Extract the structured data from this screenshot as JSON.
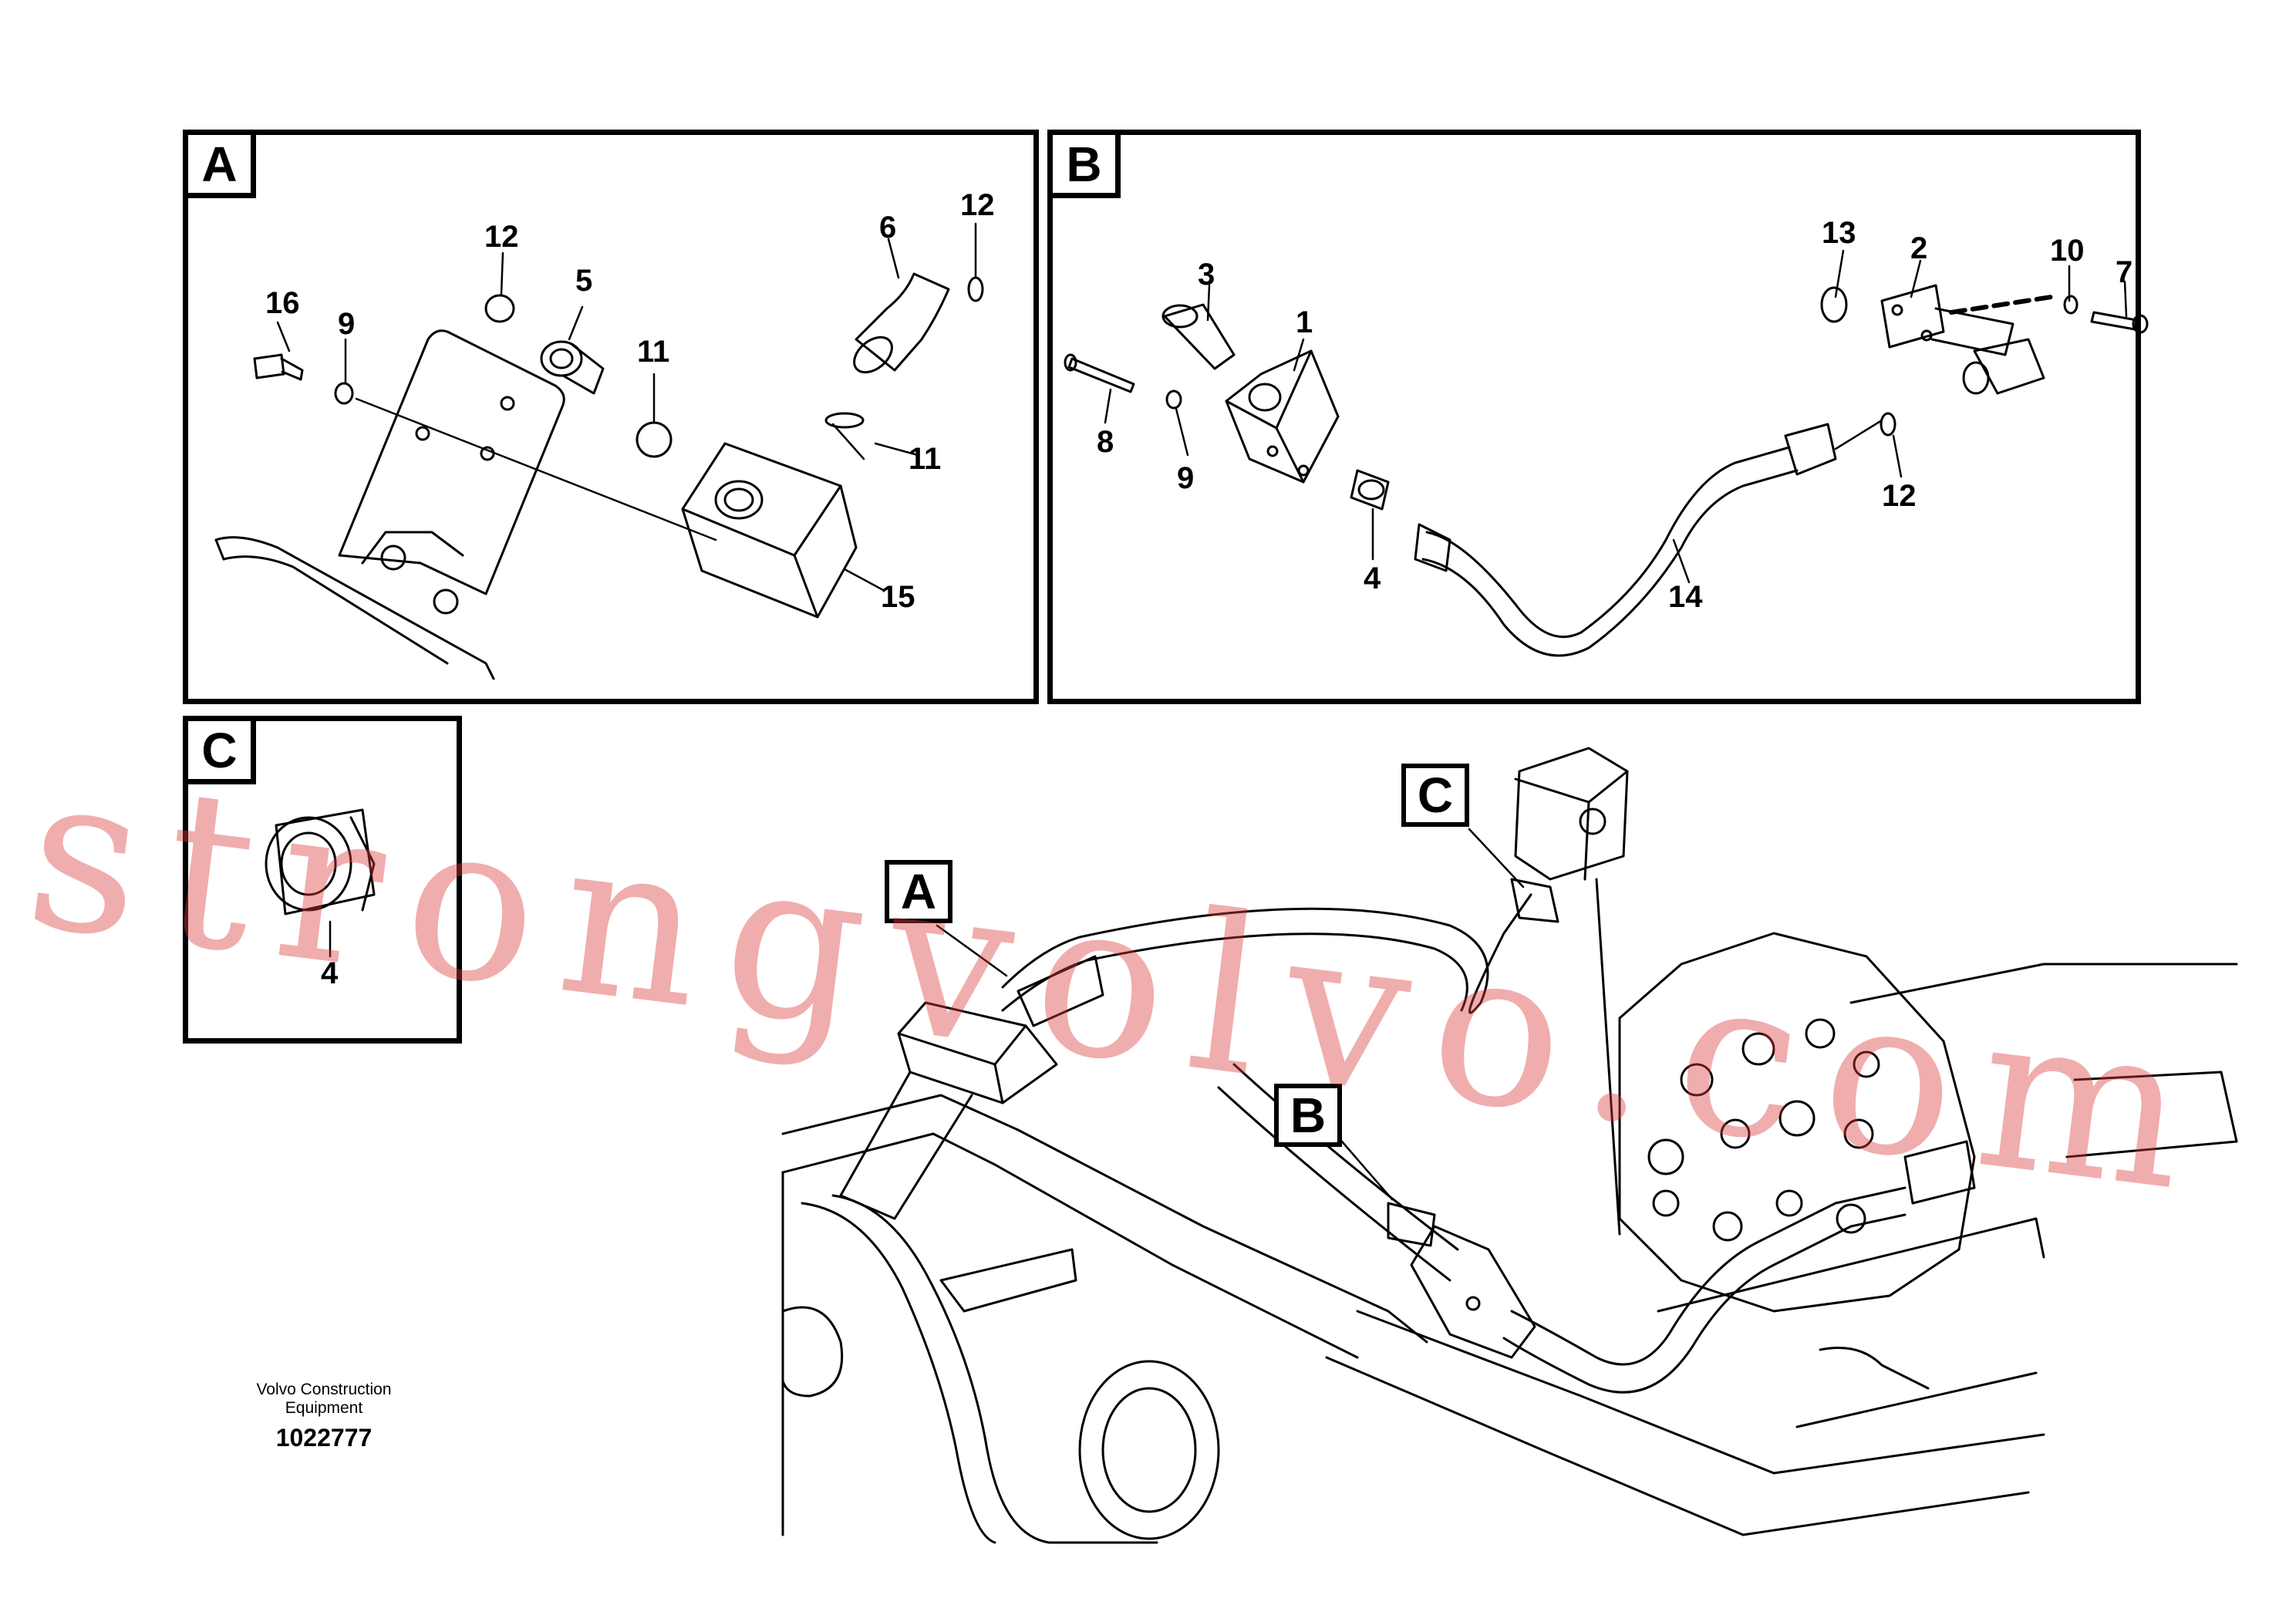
{
  "panels": [
    {
      "id": "A",
      "label": "A"
    },
    {
      "id": "B",
      "label": "B"
    },
    {
      "id": "C",
      "label": "C"
    }
  ],
  "callouts": {
    "a": "A",
    "b": "B",
    "c": "C"
  },
  "panel_a_numbers": [
    "16",
    "9",
    "12",
    "5",
    "11",
    "6",
    "12",
    "11",
    "15"
  ],
  "panel_b_numbers": [
    "3",
    "1",
    "8",
    "9",
    "4",
    "14",
    "13",
    "2",
    "10",
    "7",
    "12"
  ],
  "panel_c_numbers": [
    "4"
  ],
  "footer": {
    "company_line1": "Volvo Construction",
    "company_line2": "Equipment",
    "drawing_number": "1022777"
  },
  "watermark": "strongvolvo.com"
}
